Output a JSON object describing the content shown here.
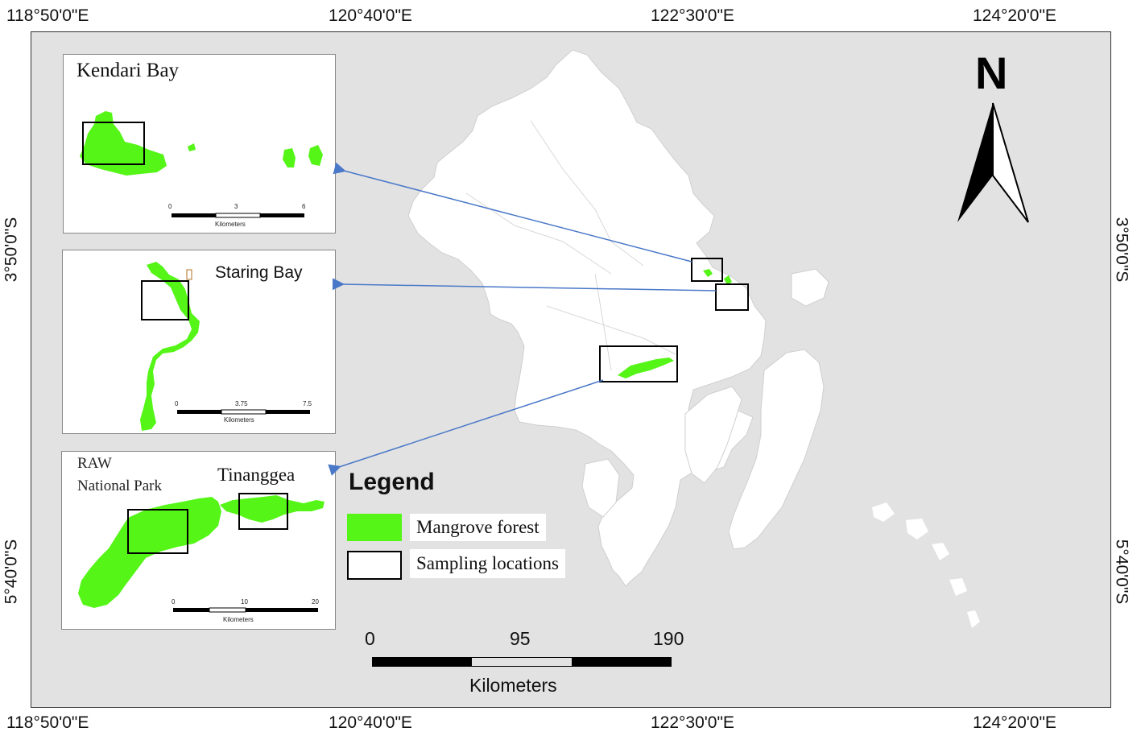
{
  "coordinates": {
    "top": [
      "118°50'0\"E",
      "120°40'0\"E",
      "122°30'0\"E",
      "124°20'0\"E"
    ],
    "bottom": [
      "118°50'0\"E",
      "120°40'0\"E",
      "122°30'0\"E",
      "124°20'0\"E"
    ],
    "left": [
      "3°50'0\"S",
      "5°40'0\"S"
    ],
    "right": [
      "3°50'0\"S",
      "5°40'0\"S"
    ]
  },
  "north_arrow": {
    "label": "N"
  },
  "insets": [
    {
      "title": "Kendari Bay",
      "scale_ticks": [
        "0",
        "3",
        "6"
      ],
      "scale_unit": "Kilometers"
    },
    {
      "title": "Staring Bay",
      "scale_ticks": [
        "0",
        "3.75",
        "7.5"
      ],
      "scale_unit": "Kilometers"
    },
    {
      "title_line1": "RAW",
      "title_line2": "National Park",
      "title_secondary": "Tinanggea",
      "scale_ticks": [
        "0",
        "10",
        "20"
      ],
      "scale_unit": "Kilometers"
    }
  ],
  "legend": {
    "title": "Legend",
    "items": [
      {
        "label": "Mangrove forest",
        "color": "#55f518"
      },
      {
        "label": "Sampling locations",
        "color": "#000000"
      }
    ]
  },
  "scale_bar": {
    "ticks": [
      "0",
      "95",
      "190"
    ],
    "unit": "Kilometers"
  },
  "colors": {
    "sea": "#e2e2e2",
    "land": "#ffffff",
    "mangrove": "#55f518",
    "arrow": "#4a78c8"
  }
}
